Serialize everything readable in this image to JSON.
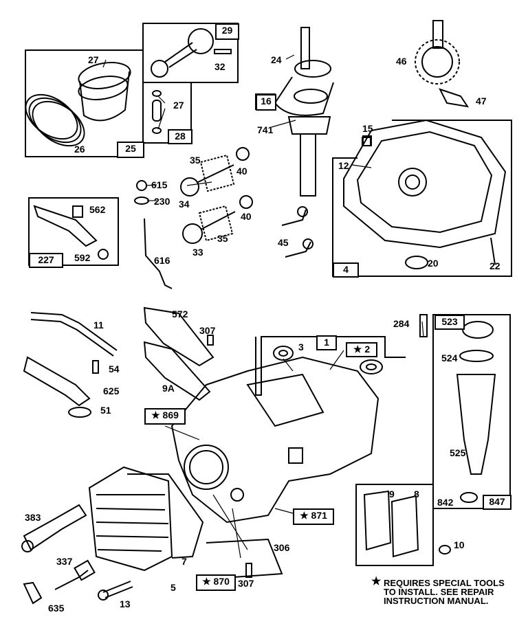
{
  "labels": {
    "l27a": "27",
    "l32": "32",
    "l27b": "27",
    "l26": "26",
    "l24": "24",
    "l741": "741",
    "l46": "46",
    "l47": "47",
    "l15": "15",
    "l12": "12",
    "l35a": "35",
    "l40a": "40",
    "l615": "615",
    "l230": "230",
    "l34": "34",
    "l562": "562",
    "l592": "592",
    "l40b": "40",
    "l35b": "35",
    "l33": "33",
    "l616": "616",
    "l45": "45",
    "l20": "20",
    "l22": "22",
    "l11": "11",
    "l572": "572",
    "l307a": "307",
    "l284": "284",
    "l3": "3",
    "l54": "54",
    "l625": "625",
    "l51": "51",
    "l9a": "9A",
    "l524": "524",
    "l525": "525",
    "l842": "842",
    "l383": "383",
    "l337": "337",
    "l7": "7",
    "l306": "306",
    "l9": "9",
    "l8": "8",
    "l10": "10",
    "l5": "5",
    "l13": "13",
    "l307b": "307",
    "l635": "635"
  },
  "boxes": {
    "b29": "29",
    "b16": "16",
    "b25": "25",
    "b28": "28",
    "b227": "227",
    "b4": "4",
    "b1": "1",
    "b2": "★ 2",
    "b523": "523",
    "b869": "★ 869",
    "b871": "★ 871",
    "b870": "★ 870",
    "b847": "847"
  },
  "note": {
    "star": "★",
    "line1": "REQUIRES SPECIAL TOOLS",
    "line2": "TO INSTALL.  SEE REPAIR",
    "line3": "INSTRUCTION MANUAL."
  }
}
